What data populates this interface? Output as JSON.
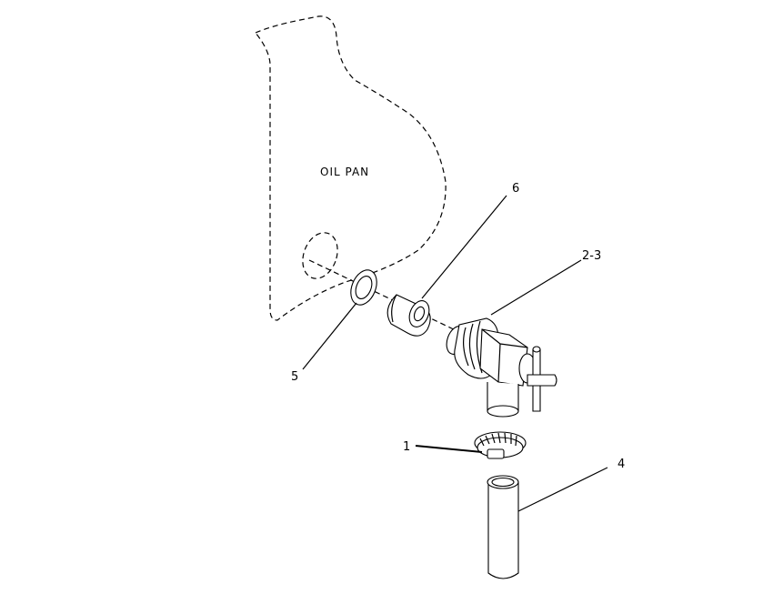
{
  "diagram": {
    "pan_label": "OIL PAN",
    "callouts": {
      "c1": "1",
      "c23": "2-3",
      "c4": "4",
      "c5": "5",
      "c6": "6"
    }
  }
}
